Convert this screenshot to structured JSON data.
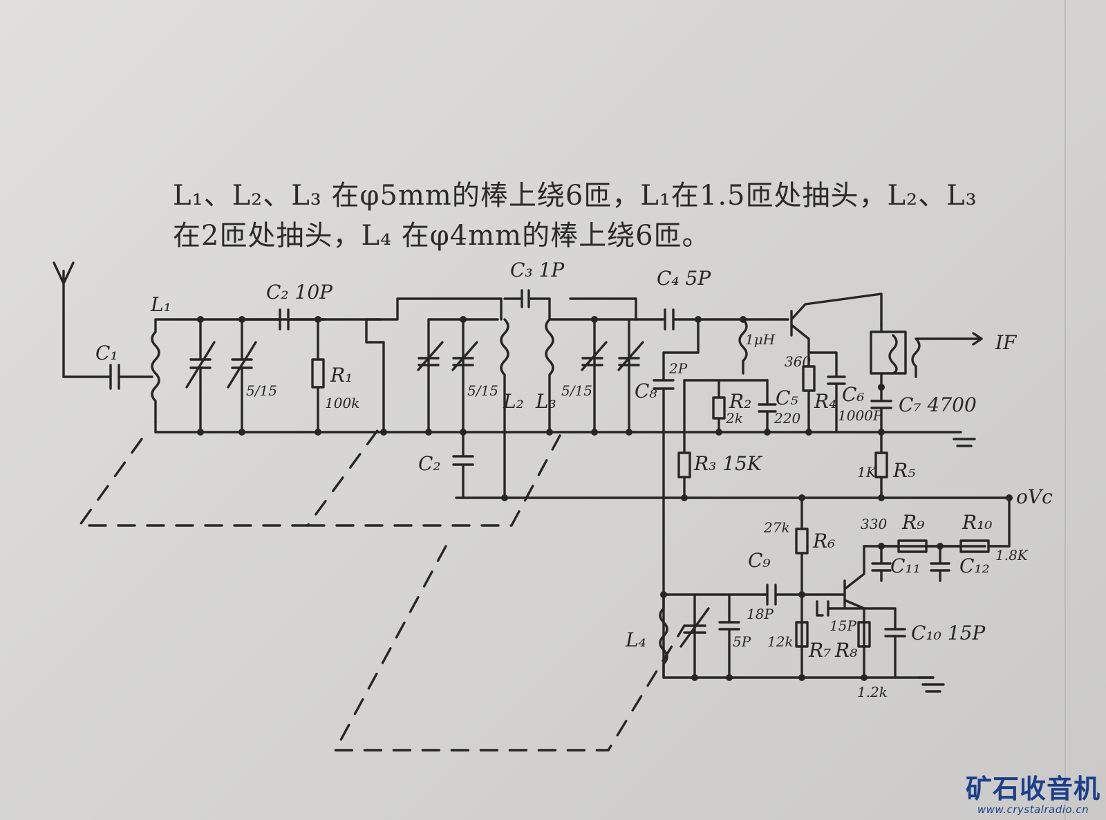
{
  "notes": {
    "line1": "L₁、L₂、L₃ 在φ5mm的棒上绕6匝，L₁在1.5匝处抽头，L₂、L₃",
    "line2": "在2匝处抽头，L₄ 在φ4mm的棒上绕6匝。"
  },
  "labels": {
    "L1": "L₁",
    "L2": "L₂",
    "L3": "L₃",
    "L4": "L₄",
    "C1": "C₁",
    "C2_top": "C₂ 10P",
    "C2_bottom": "C₂",
    "C3": "C₃ 1P",
    "C4": "C₄ 5P",
    "C5": "C₅",
    "C5_val": "220",
    "C6": "C₆",
    "C6_val": "1000P",
    "C7": "C₇ 4700",
    "C8": "C₈",
    "C8_val": "2P",
    "C9": "C₉",
    "C9_val": "18P",
    "C10": "C₁₀ 15P",
    "C11": "C₁₁",
    "C12": "C₁₂",
    "vc1": "5/15",
    "vc2": "5/15",
    "vc3": "5/15",
    "R1": "R₁",
    "R1_val": "100k",
    "R2": "R₂",
    "R2_val": "2k",
    "R3": "R₃ 15K",
    "R4": "R₄",
    "R4_val": "360",
    "R5": "R₅",
    "R5_val": "1K",
    "R6": "R₆",
    "R6_val": "27k",
    "R7": "R₇",
    "R7_val": "12k",
    "R8": "R₈",
    "R8_val": "1.2k",
    "R9": "R₉",
    "R9_val": "330",
    "R10": "R₁₀",
    "R10_val": "1.8K",
    "inductor": "1μH",
    "C15": "15P",
    "C5p": "5P",
    "IF": "IF",
    "VC": "oVc"
  },
  "watermark": {
    "title": "矿石收音机",
    "url": "www.crystalradio.cn"
  }
}
